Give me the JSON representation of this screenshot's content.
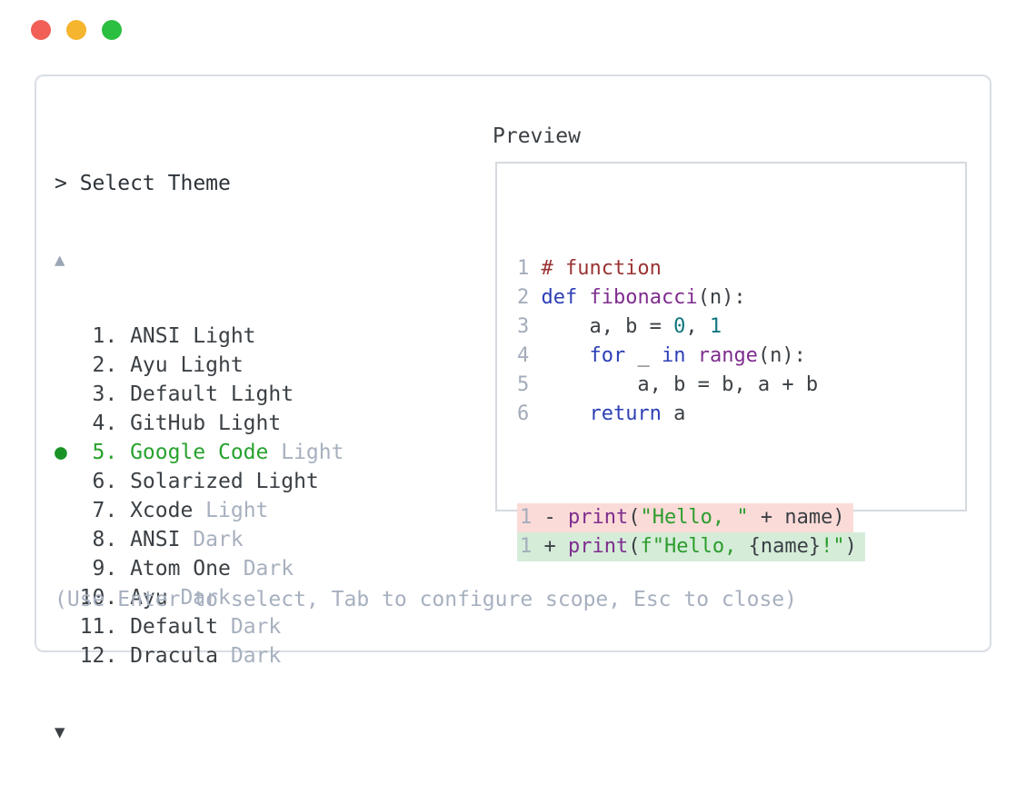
{
  "window": {
    "header": {
      "prompt": "> Select Theme",
      "preview_label": "Preview"
    },
    "footer_hint": "(Use Enter to select, Tab to configure scope, Esc to close)"
  },
  "window_controls": {
    "close_color": "#f15f57",
    "minimize_color": "#f5b52e",
    "zoom_color": "#2abf40"
  },
  "colors": {
    "window_border": "#d9dde4",
    "text_dark": "#3b4045",
    "text_muted": "#a7b0bf",
    "selection_green": "#28a22e",
    "bullet_green": "#1a9326",
    "scroll_up_gray": "#9aa5b5",
    "syntax_comment": "#9b3334",
    "syntax_keyword": "#2c3fb6",
    "syntax_function": "#7e2d8e",
    "syntax_number": "#10767d",
    "syntax_string": "#2c9c2c",
    "line_number": "#a3acba",
    "diff_removed_bg": "#fbdbd8",
    "diff_added_bg": "#d5ecd9"
  },
  "theme_list": {
    "scroll_up_symbol": "▲",
    "scroll_down_symbol": "▼",
    "selected_bullet": "●",
    "items": [
      {
        "number": "1.",
        "name": "ANSI Light",
        "suffix": "",
        "selected": false
      },
      {
        "number": "2.",
        "name": "Ayu Light",
        "suffix": "",
        "selected": false
      },
      {
        "number": "3.",
        "name": "Default Light",
        "suffix": "",
        "selected": false
      },
      {
        "number": "4.",
        "name": "GitHub Light",
        "suffix": "",
        "selected": false
      },
      {
        "number": "5.",
        "name": "Google Code",
        "suffix": "Light",
        "selected": true
      },
      {
        "number": "6.",
        "name": "Solarized Light",
        "suffix": "",
        "selected": false
      },
      {
        "number": "7.",
        "name": "Xcode",
        "suffix": "Light",
        "selected": false
      },
      {
        "number": "8.",
        "name": "ANSI",
        "suffix": "Dark",
        "selected": false
      },
      {
        "number": "9.",
        "name": "Atom One",
        "suffix": "Dark",
        "selected": false
      },
      {
        "number": "10.",
        "name": "Ayu",
        "suffix": "Dark",
        "selected": false
      },
      {
        "number": "11.",
        "name": "Default",
        "suffix": "Dark",
        "selected": false
      },
      {
        "number": "12.",
        "name": "Dracula",
        "suffix": "Dark",
        "selected": false
      }
    ]
  },
  "preview": {
    "code_lines": [
      {
        "num": "1",
        "tokens": [
          [
            "# function",
            "comment"
          ]
        ]
      },
      {
        "num": "2",
        "tokens": [
          [
            "def",
            "keyword"
          ],
          [
            " ",
            "plain"
          ],
          [
            "fibonacci",
            "func"
          ],
          [
            "(n):",
            "plain"
          ]
        ]
      },
      {
        "num": "3",
        "tokens": [
          [
            "    a, b = ",
            "plain"
          ],
          [
            "0",
            "number"
          ],
          [
            ", ",
            "plain"
          ],
          [
            "1",
            "number"
          ]
        ]
      },
      {
        "num": "4",
        "tokens": [
          [
            "    ",
            "plain"
          ],
          [
            "for",
            "keyword"
          ],
          [
            " _ ",
            "plain"
          ],
          [
            "in",
            "keyword"
          ],
          [
            " ",
            "plain"
          ],
          [
            "range",
            "func"
          ],
          [
            "(n):",
            "plain"
          ]
        ]
      },
      {
        "num": "5",
        "tokens": [
          [
            "        a, b = b, a + b",
            "plain"
          ]
        ]
      },
      {
        "num": "6",
        "tokens": [
          [
            "    ",
            "plain"
          ],
          [
            "return",
            "keyword"
          ],
          [
            " a",
            "plain"
          ]
        ]
      }
    ],
    "diff_lines": [
      {
        "num": "1",
        "kind": "removed",
        "tokens": [
          [
            "- ",
            "plain"
          ],
          [
            "print",
            "func"
          ],
          [
            "(",
            "plain"
          ],
          [
            "\"Hello, \"",
            "string"
          ],
          [
            " + name)",
            "plain"
          ]
        ]
      },
      {
        "num": "1",
        "kind": "added",
        "tokens": [
          [
            "+ ",
            "plain"
          ],
          [
            "print",
            "func"
          ],
          [
            "(",
            "plain"
          ],
          [
            "f",
            "string"
          ],
          [
            "\"Hello, ",
            "string"
          ],
          [
            "{name}",
            "plain"
          ],
          [
            "!\"",
            "string"
          ],
          [
            ")",
            "plain"
          ]
        ]
      }
    ]
  }
}
